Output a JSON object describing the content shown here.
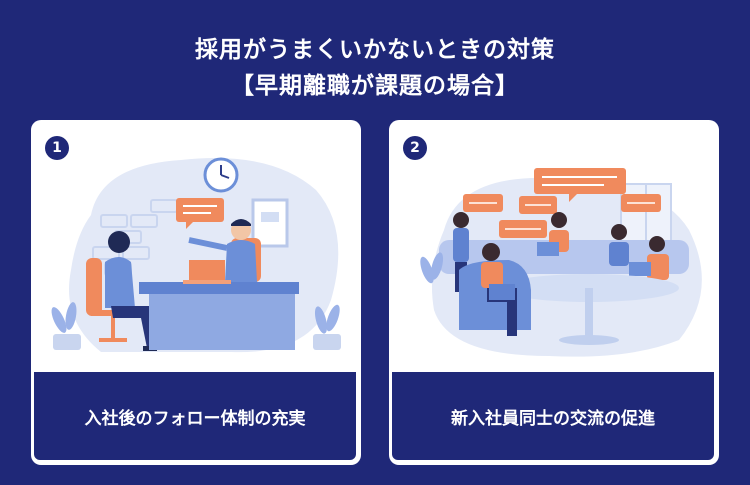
{
  "header": {
    "title_line1": "採用がうまくいかないときの対策",
    "title_line2": "【早期離職が課題の場合】"
  },
  "cards": [
    {
      "number": "1",
      "caption": "入社後のフォロー体制の充実",
      "illustration_icon": "office-meeting-illustration"
    },
    {
      "number": "2",
      "caption": "新入社員同士の交流の促進",
      "illustration_icon": "team-lounge-chat-illustration"
    }
  ],
  "colors": {
    "background": "#1f2878",
    "card": "#ffffff",
    "accent_orange": "#f08a5d",
    "illustration_blue": "#7e9fe0",
    "illustration_light": "#dfe6f6"
  }
}
